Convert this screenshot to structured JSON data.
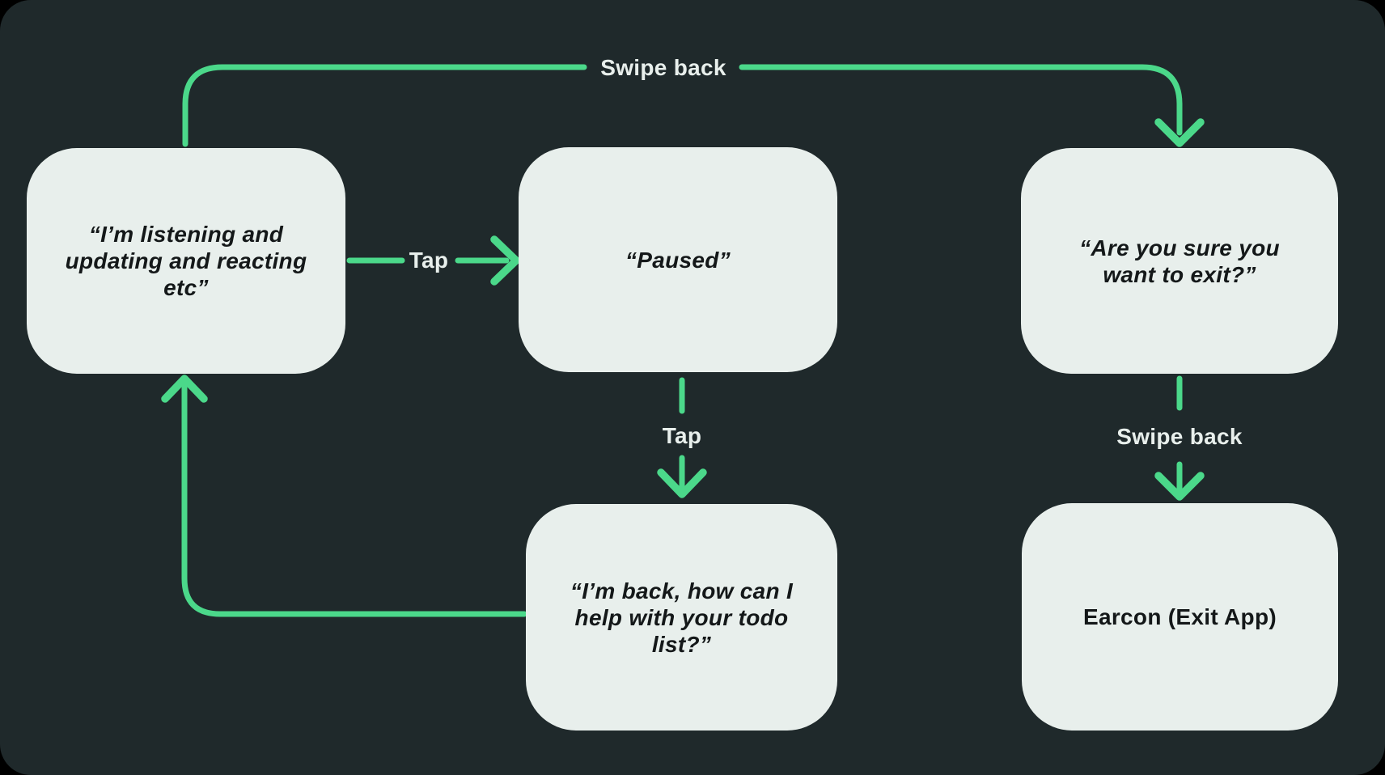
{
  "diagram": {
    "colors": {
      "outer_background": "#000000",
      "panel_background": "#1f292b",
      "arrow_green": "#4bd88a",
      "node_fill": "#e8efec",
      "node_text": "#141819",
      "label_text": "#e8efec"
    },
    "nodes": {
      "listening": {
        "text": "“I’m listening and\nupdating and reacting\netc”"
      },
      "paused": {
        "text": "“Paused”"
      },
      "confirm_exit": {
        "text": "“Are you sure you\nwant to exit?”"
      },
      "back_help": {
        "text": "“I’m back, how can I\nhelp with your todo\nlist?”"
      },
      "earcon_exit": {
        "text": "Earcon (Exit App)"
      }
    },
    "edges": {
      "swipe_back_top": {
        "label": "Swipe back",
        "from": "listening",
        "to": "confirm_exit"
      },
      "tap_horizontal": {
        "label": "Tap",
        "from": "listening",
        "to": "paused"
      },
      "tap_vertical": {
        "label": "Tap",
        "from": "paused",
        "to": "back_help"
      },
      "swipe_back_right": {
        "label": "Swipe back",
        "from": "confirm_exit",
        "to": "earcon_exit"
      },
      "loop_back": {
        "label": "",
        "from": "back_help",
        "to": "listening"
      }
    }
  }
}
